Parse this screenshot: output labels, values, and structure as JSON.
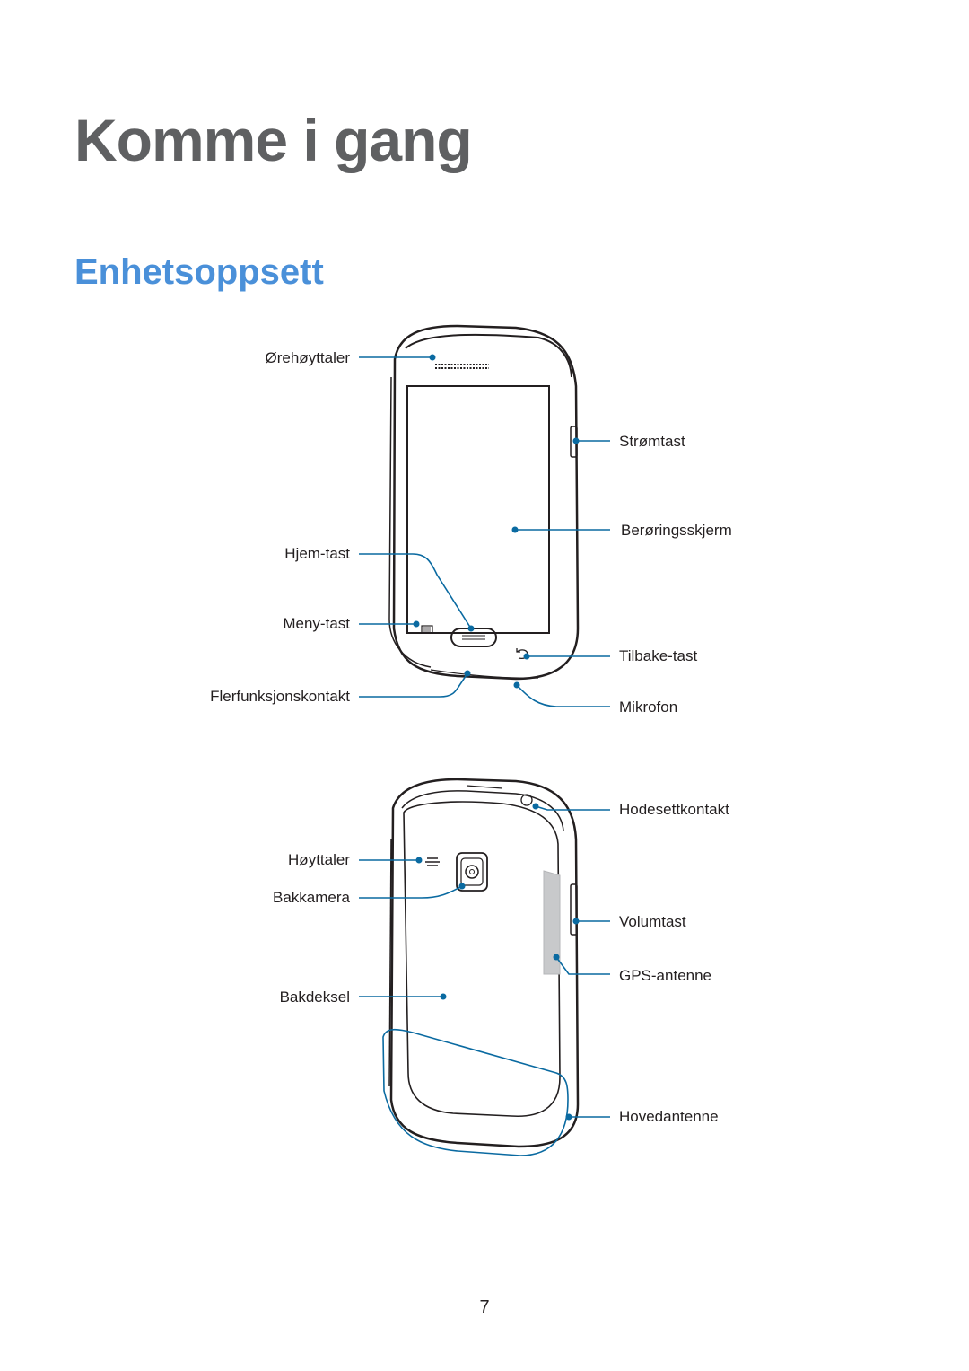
{
  "chapter_title": "Komme i gang",
  "section_title": "Enhetsoppsett",
  "front_labels": {
    "earpiece": "Ørehøyttaler",
    "power_key": "Strømtast",
    "touchscreen": "Berøringsskjerm",
    "home_key": "Hjem-tast",
    "menu_key": "Meny-tast",
    "back_key": "Tilbake-tast",
    "multipurpose_jack": "Flerfunksjonskontakt",
    "microphone": "Mikrofon"
  },
  "back_labels": {
    "headset_jack": "Hodesettkontakt",
    "speaker": "Høyttaler",
    "rear_camera": "Bakkamera",
    "volume_key": "Volumtast",
    "gps_antenna": "GPS-antenne",
    "back_cover": "Bakdeksel",
    "main_antenna": "Hovedantenne"
  },
  "page_number": "7",
  "colors": {
    "callout": "#0a6aa1",
    "title_gray": "#5f6062",
    "section_blue": "#4a90d9"
  }
}
